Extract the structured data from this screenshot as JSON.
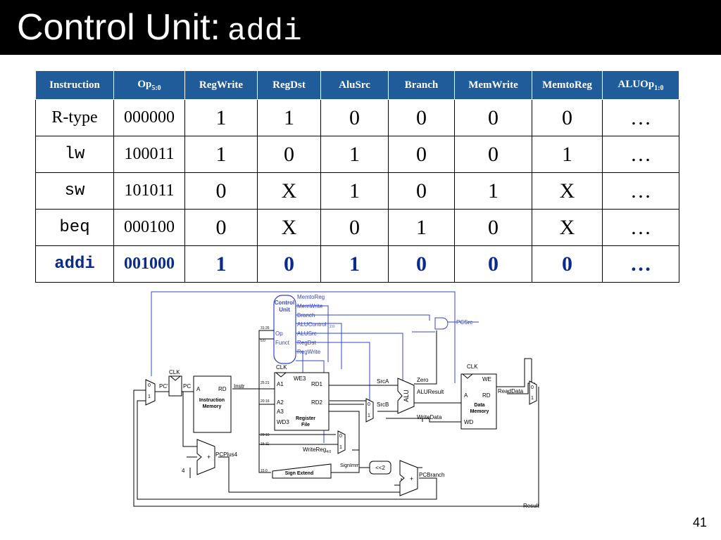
{
  "slide": {
    "title": "Control Unit:",
    "title_code": "addi",
    "page_number": "41"
  },
  "table": {
    "headers": [
      "Instruction",
      "Op",
      "RegWrite",
      "RegDst",
      "AluSrc",
      "Branch",
      "MemWrite",
      "MemtoReg",
      "ALUOp"
    ],
    "header_subs": {
      "op": "5:0",
      "aluop": "1:0"
    },
    "rows": [
      [
        "R-type",
        "000000",
        "1",
        "1",
        "0",
        "0",
        "0",
        "0",
        "…"
      ],
      [
        "lw",
        "100011",
        "1",
        "0",
        "1",
        "0",
        "0",
        "1",
        "…"
      ],
      [
        "sw",
        "101011",
        "0",
        "X",
        "1",
        "0",
        "1",
        "X",
        "…"
      ],
      [
        "beq",
        "000100",
        "0",
        "X",
        "0",
        "1",
        "0",
        "X",
        "…"
      ],
      [
        "addi",
        "001000",
        "1",
        "0",
        "1",
        "0",
        "0",
        "0",
        "…"
      ]
    ],
    "highlight_row": 4,
    "highlight_color": "#0a2a8c",
    "header_bg": "#1f5c99"
  },
  "diagram": {
    "control_unit": [
      "Control",
      "Unit"
    ],
    "control_inputs": [
      "Op",
      "Funct"
    ],
    "control_outputs": [
      "MemtoReg",
      "MemWrite",
      "Branch",
      "ALUControl",
      "2:0",
      "ALUSrc",
      "RegDst",
      "RegWrite"
    ],
    "clk": "CLK",
    "pc": "PC",
    "pc_prime": "PC'",
    "instr": "Instr",
    "imem": [
      "A",
      "RD",
      "Instruction",
      "Memory"
    ],
    "regfile": [
      "WE3",
      "A1",
      "A2",
      "A3",
      "WD3",
      "RD1",
      "RD2",
      "Register",
      "File"
    ],
    "bits": [
      "31:26",
      "5:0",
      "25:21",
      "20:16",
      "20:16",
      "15:11",
      "15:0"
    ],
    "srca": "SrcA",
    "srcb": "SrcB",
    "alu": "ALU",
    "zero": "Zero",
    "aluresult": "ALUResult",
    "writedata": "WriteData",
    "dmem": [
      "WE",
      "A",
      "RD",
      "Data",
      "Memory",
      "WD"
    ],
    "readdata": "ReadData",
    "pcsrc": "PCSrc",
    "writereg": "WriteReg",
    "writereg_sub": "4:0",
    "signimm": "SignImm",
    "sign_extend": "Sign Extend",
    "shift": "<<2",
    "pcplus4": "PCPlus4",
    "pcbranch": "PCBranch",
    "four": "4",
    "plus": "+",
    "result": "Result",
    "mux0": "0",
    "mux1": "1",
    "control_color": "#3344cc"
  }
}
